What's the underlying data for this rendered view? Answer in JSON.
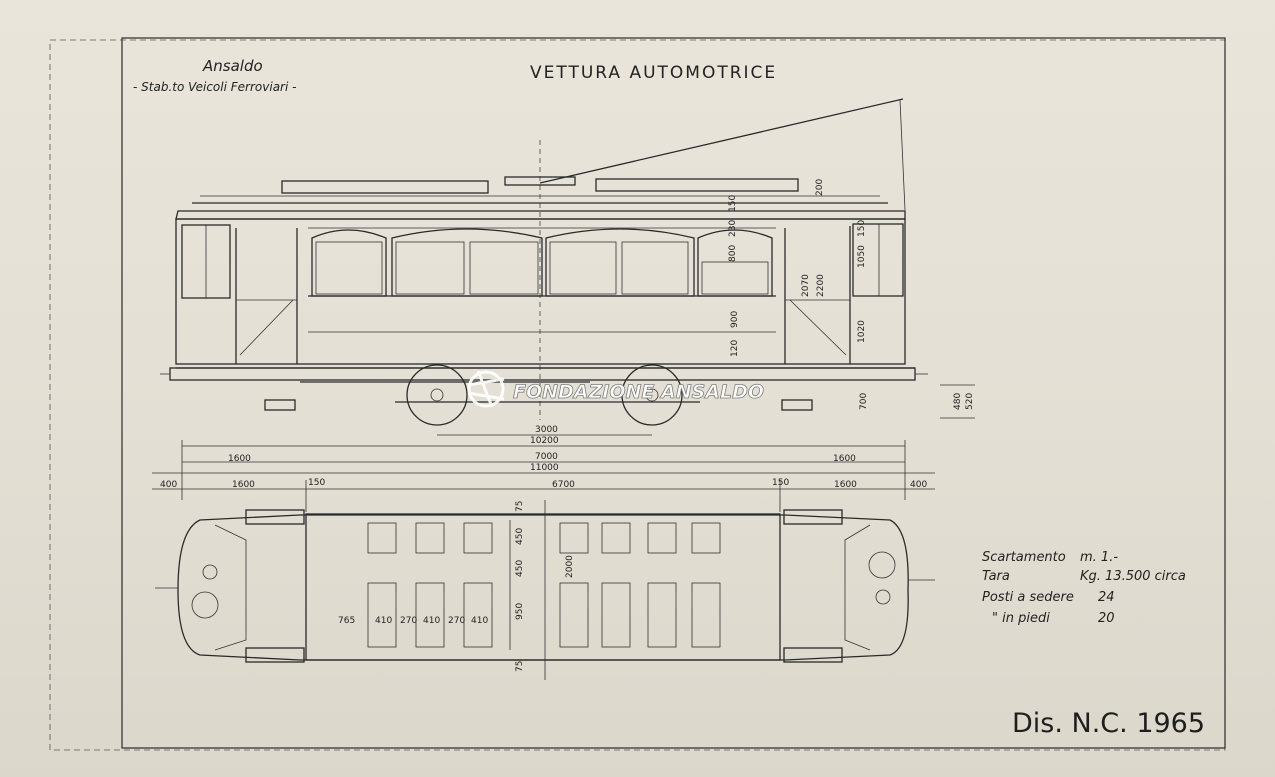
{
  "maker": {
    "name": "Ansaldo",
    "division": "- Stab.to Veicoli Ferroviari -"
  },
  "title": "VETTURA AUTOMOTRICE",
  "watermark": "FONDAZIONE ANSALDO",
  "drawing_number": "Dis. N.C. 1965",
  "specs": [
    {
      "label": "Scartamento",
      "value": "m. 1.-"
    },
    {
      "label": "Tara",
      "value": "Kg. 13.500 circa"
    },
    {
      "label": "Posti a sedere",
      "value": "24"
    },
    {
      "label": "\" in piedi",
      "value": "20"
    }
  ],
  "side_view_dims": [
    "3000",
    "10200",
    "7000",
    "11000",
    "1600",
    "1600"
  ],
  "top_view_dims": [
    "400",
    "1600",
    "150",
    "6700",
    "150",
    "1600",
    "400"
  ],
  "height_dims": [
    "200",
    "150",
    "230",
    "800",
    "150",
    "1050",
    "2070",
    "2200",
    "1020",
    "900",
    "120",
    "700",
    "480",
    "520"
  ],
  "plan_dims": [
    "75",
    "450",
    "2000",
    "450",
    "950",
    "75",
    "765",
    "410",
    "270",
    "410",
    "270",
    "410"
  ]
}
